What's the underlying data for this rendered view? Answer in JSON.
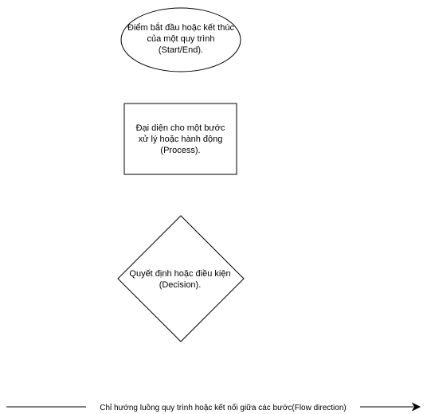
{
  "diagram": {
    "start_end": {
      "label": "Điểm bắt đầu hoặc kết thúc\ncủa một quy trình\n(Start/End)."
    },
    "process": {
      "label": "Đại diện cho một bước\nxử lý hoặc hành động\n(Process)."
    },
    "decision": {
      "label": "Quyết định hoặc điều kiện\n(Decision)."
    },
    "flow_arrow": {
      "label": "Chỉ hướng luồng quy trình hoặc kết nối giữa các bước(Flow direction)"
    }
  }
}
